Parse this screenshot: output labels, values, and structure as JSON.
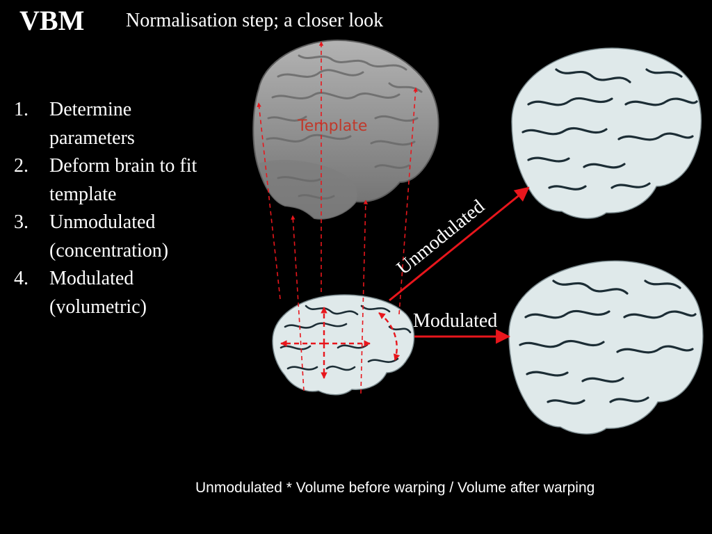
{
  "header": {
    "title": "VBM",
    "subtitle": "Normalisation step; a closer look"
  },
  "steps": [
    {
      "number": "1.",
      "lines": [
        "Determine",
        "parameters"
      ]
    },
    {
      "number": "2.",
      "lines": [
        "Deform brain to fit",
        "template"
      ]
    },
    {
      "number": "3.",
      "lines": [
        "Unmodulated",
        "(concentration)"
      ]
    },
    {
      "number": "4.",
      "lines": [
        "Modulated",
        "(volumetric)"
      ]
    }
  ],
  "diagram": {
    "template_label": "Template",
    "unmodulated_label": "Unmodulated",
    "modulated_label": "Modulated",
    "arrow_color": "#e8161c",
    "template_brain_color": "#9a9a9a",
    "subject_brain_color": "#dfe9ea",
    "sulci_color": "#1c2d35"
  },
  "footer": {
    "formula": "Unmodulated * Volume before warping / Volume after warping"
  }
}
